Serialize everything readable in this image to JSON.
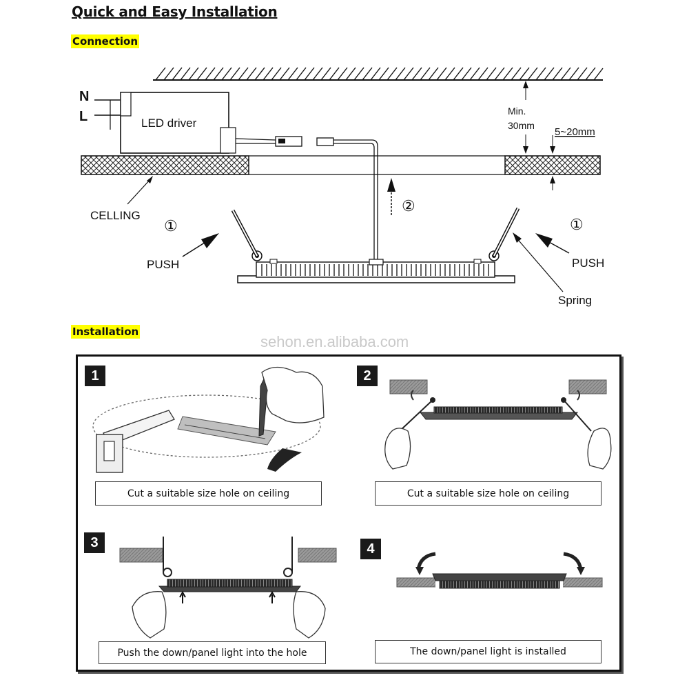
{
  "title": "Quick and Easy Installation",
  "sections": {
    "connection": "Connection",
    "installation": "Installation"
  },
  "watermark": "sehon.en.alibaba.com",
  "connection_diagram": {
    "n_label": "N",
    "l_label": "L",
    "driver_label": "LED driver",
    "min_label": "Min.",
    "min_value": "30mm",
    "range_label": "5~20mm",
    "ceiling_label": "CELLING",
    "push_left": "PUSH",
    "push_right": "PUSH",
    "spring_label": "Spring",
    "step1_left": "①",
    "step1_right": "①",
    "step2": "②"
  },
  "steps": [
    {
      "number": "1",
      "caption": "Cut a suitable size hole on ceiling"
    },
    {
      "number": "2",
      "caption": "Cut a suitable size hole on ceiling"
    },
    {
      "number": "3",
      "caption": "Push the down/panel light into the hole"
    },
    {
      "number": "4",
      "caption": "The down/panel light is installed"
    }
  ]
}
